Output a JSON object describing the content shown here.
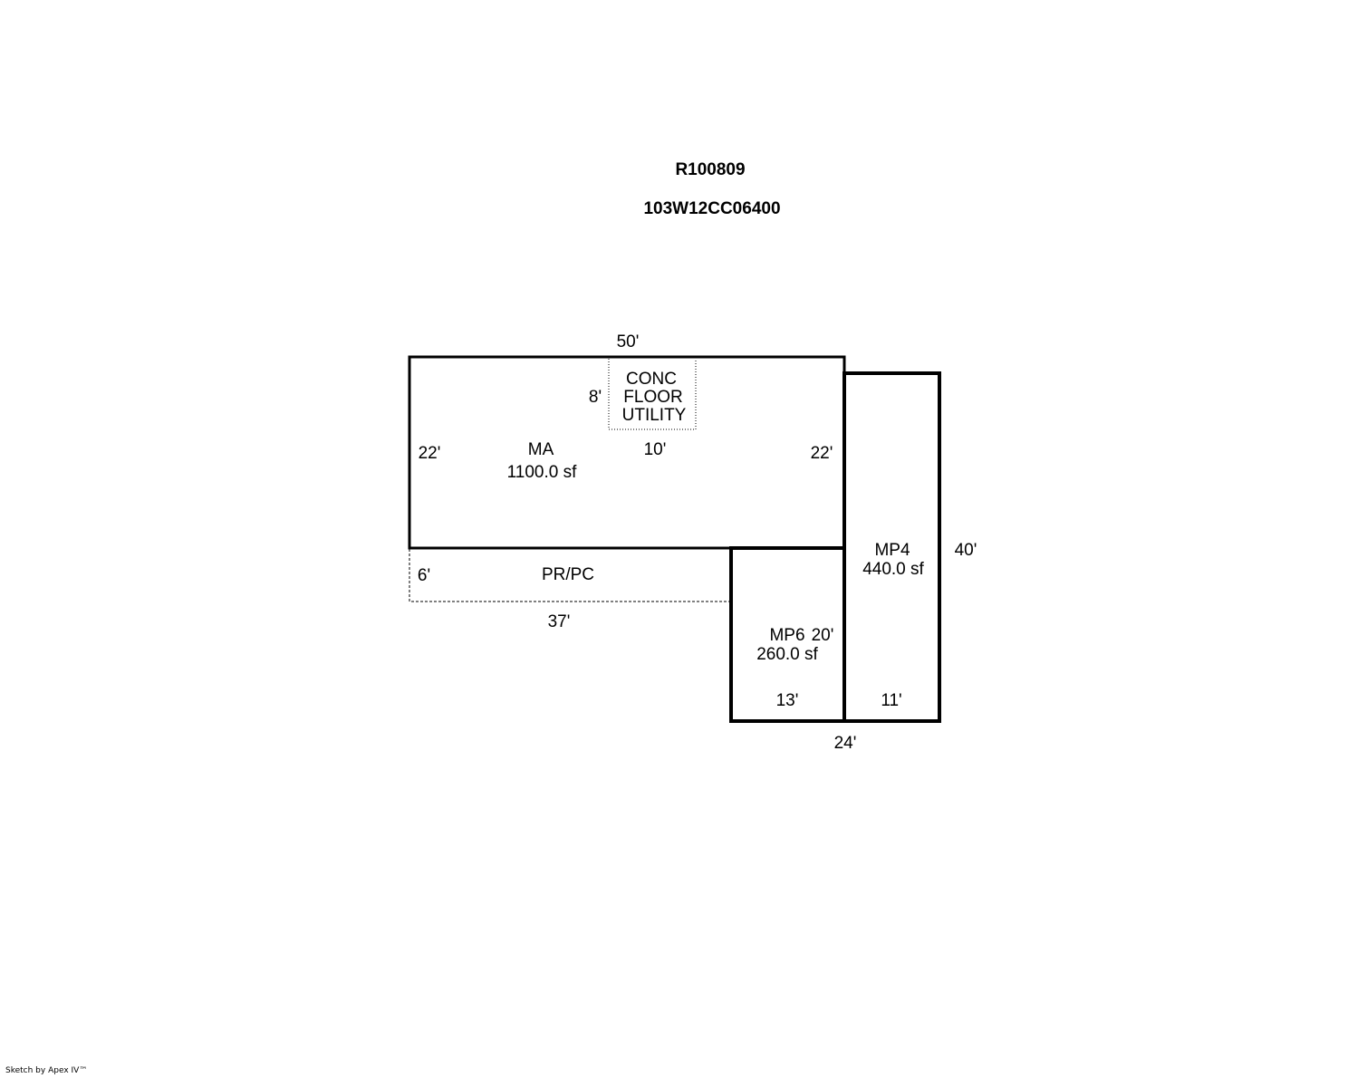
{
  "header": {
    "account": "R100809",
    "map_number": "103W12CC06400"
  },
  "areas": {
    "main": {
      "code": "MA",
      "area": "1100.0 sf"
    },
    "utility": {
      "line1": "CONC",
      "line2": "FLOOR",
      "line3": "UTILITY"
    },
    "porch": {
      "code": "PR/PC"
    },
    "mp4": {
      "code": "MP4",
      "area": "440.0 sf"
    },
    "mp6": {
      "code": "MP6",
      "area": "260.0 sf"
    }
  },
  "dimensions": {
    "main_top": "50'",
    "main_left": "22'",
    "main_right": "22'",
    "utility_side": "8'",
    "utility_bottom": "10'",
    "porch_side": "6'",
    "porch_bottom": "37'",
    "mp4_side": "40'",
    "mp4_bottom": "11'",
    "mp6_side": "20'",
    "mp6_bottom": "13'",
    "total_bottom": "24'"
  },
  "footer": {
    "credit": "Sketch by Apex IV™"
  }
}
